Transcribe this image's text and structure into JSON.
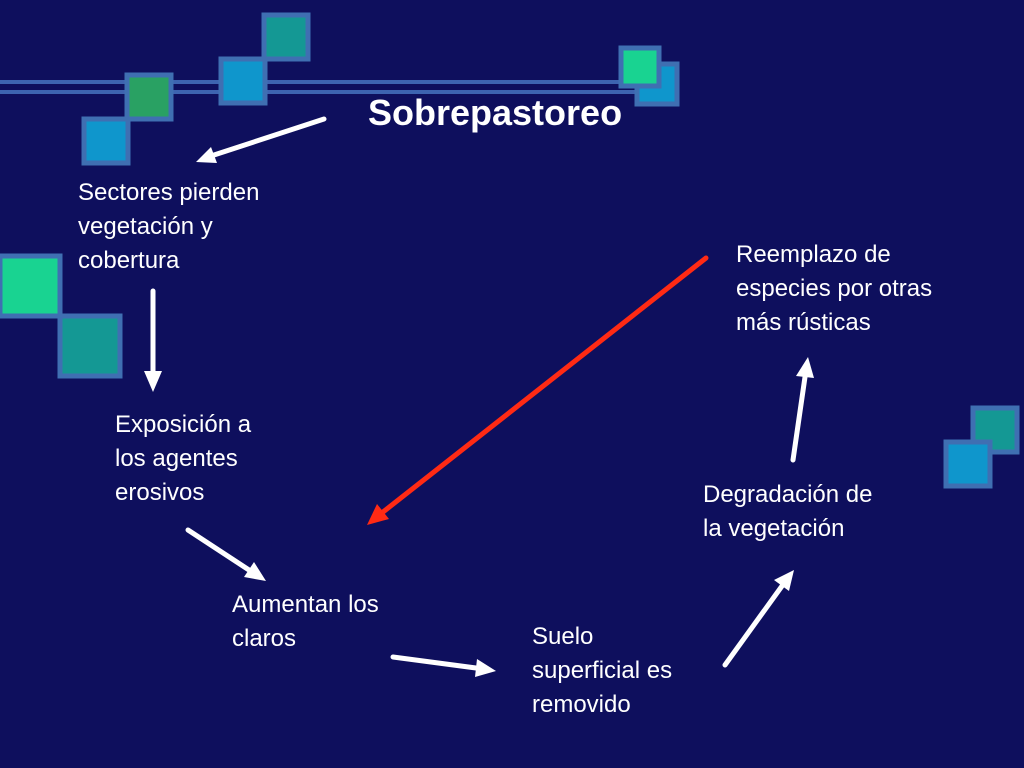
{
  "colors": {
    "background": "#0e0f5d",
    "text": "#ffffff",
    "arrow": "#ffffff",
    "arrow_highlight": "#ff2a14",
    "line": "#3d63b0",
    "square_border": "#3f6fb2",
    "square_teal": "#149894",
    "square_blue": "#0f96cc",
    "square_green": "#29a163",
    "square_mint": "#19d391"
  },
  "title": "Sobrepastoreo",
  "nodes": {
    "sectores": "Sectores pierden\nvegetación y\ncobertura",
    "exposicion": "Exposición a\nlos agentes\nerosivos",
    "claros": "Aumentan los\nclaros",
    "suelo": "Suelo\nsuperficial es\nremovido",
    "degradacion": "Degradación de\nla vegetación",
    "reemplazo": "Reemplazo de\nespecies por otras\nmás rústicas"
  }
}
